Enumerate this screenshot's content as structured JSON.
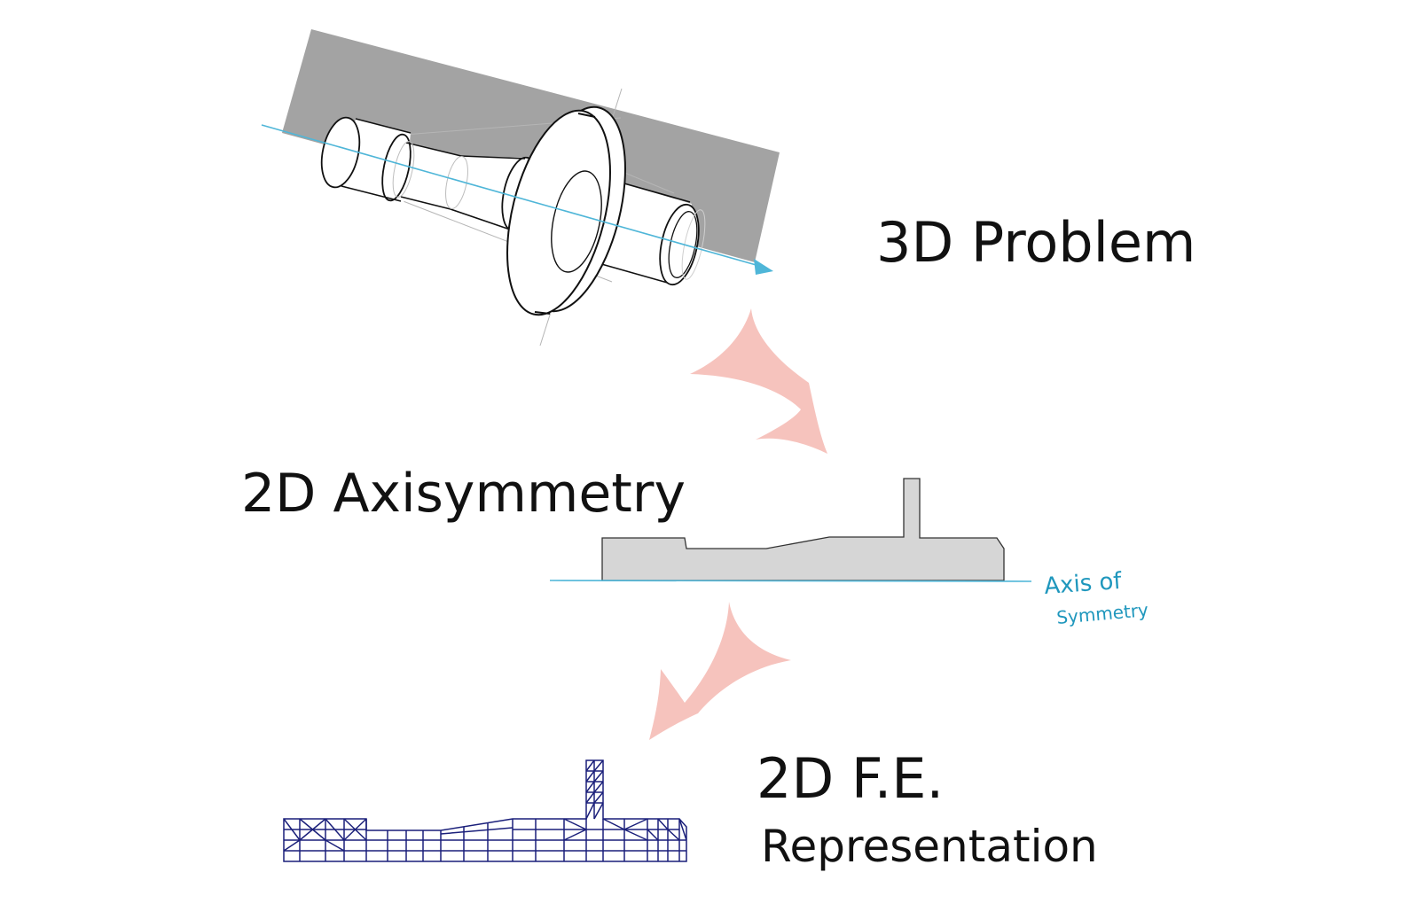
{
  "labels": {
    "problem_3d": "3D Problem",
    "axisymmetry_2d": "2D Axisymmetry",
    "fe_line1": "2D F.E.",
    "fe_line2": "Representation",
    "axis_line1": "Axis of",
    "axis_line2": "Symmetry"
  },
  "colors": {
    "plane_gray": "#a3a3a3",
    "axis_blue": "#4fb6d8",
    "arrow_pink": "#f6c3bd",
    "section_fill": "#d6d6d6",
    "mesh_navy": "#1a1f7a",
    "ink": "#111111"
  }
}
